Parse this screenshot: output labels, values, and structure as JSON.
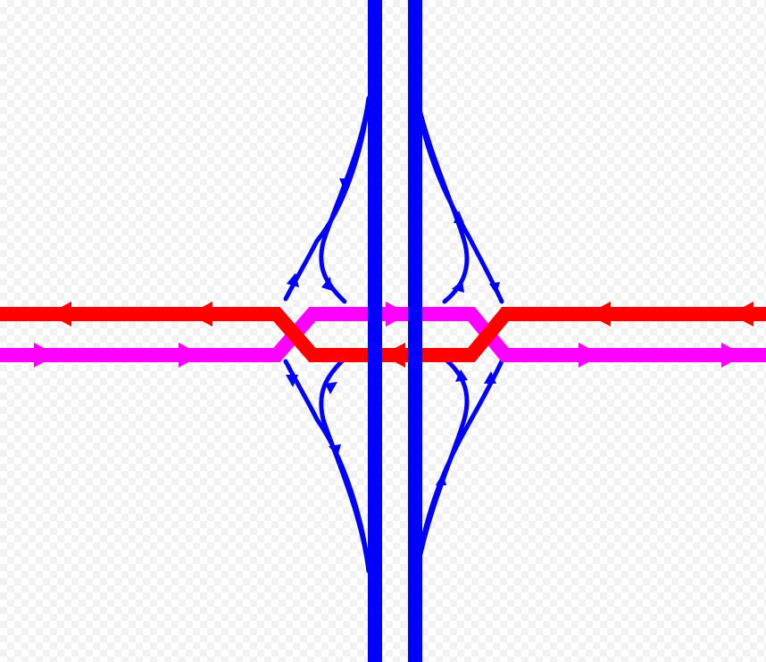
{
  "diagram": {
    "kind": "diverging-diamond-interchange",
    "colors": {
      "freeway": "#0000ff",
      "ramp": "#0000ff",
      "westbound_arterial": "#ff0000",
      "eastbound_arterial": "#ff00ff"
    },
    "roads": [
      {
        "id": "freeway-southbound",
        "color_key": "freeway"
      },
      {
        "id": "freeway-northbound",
        "color_key": "freeway"
      },
      {
        "id": "arterial-westbound",
        "color_key": "westbound_arterial",
        "direction": "west"
      },
      {
        "id": "arterial-eastbound",
        "color_key": "eastbound_arterial",
        "direction": "east"
      }
    ],
    "ramps": [
      {
        "id": "nw-exit-ramp",
        "direction": "southbound-off"
      },
      {
        "id": "nw-entrance-ramp",
        "direction": "northbound-on"
      },
      {
        "id": "ne-entrance-ramp",
        "direction": "northbound-on"
      },
      {
        "id": "ne-exit-ramp",
        "direction": "northbound-off"
      },
      {
        "id": "sw-entrance-ramp",
        "direction": "southbound-on"
      },
      {
        "id": "sw-exit-ramp",
        "direction": "southbound-off"
      },
      {
        "id": "se-exit-ramp",
        "direction": "northbound-off"
      },
      {
        "id": "se-entrance-ramp",
        "direction": "northbound-on"
      }
    ]
  }
}
